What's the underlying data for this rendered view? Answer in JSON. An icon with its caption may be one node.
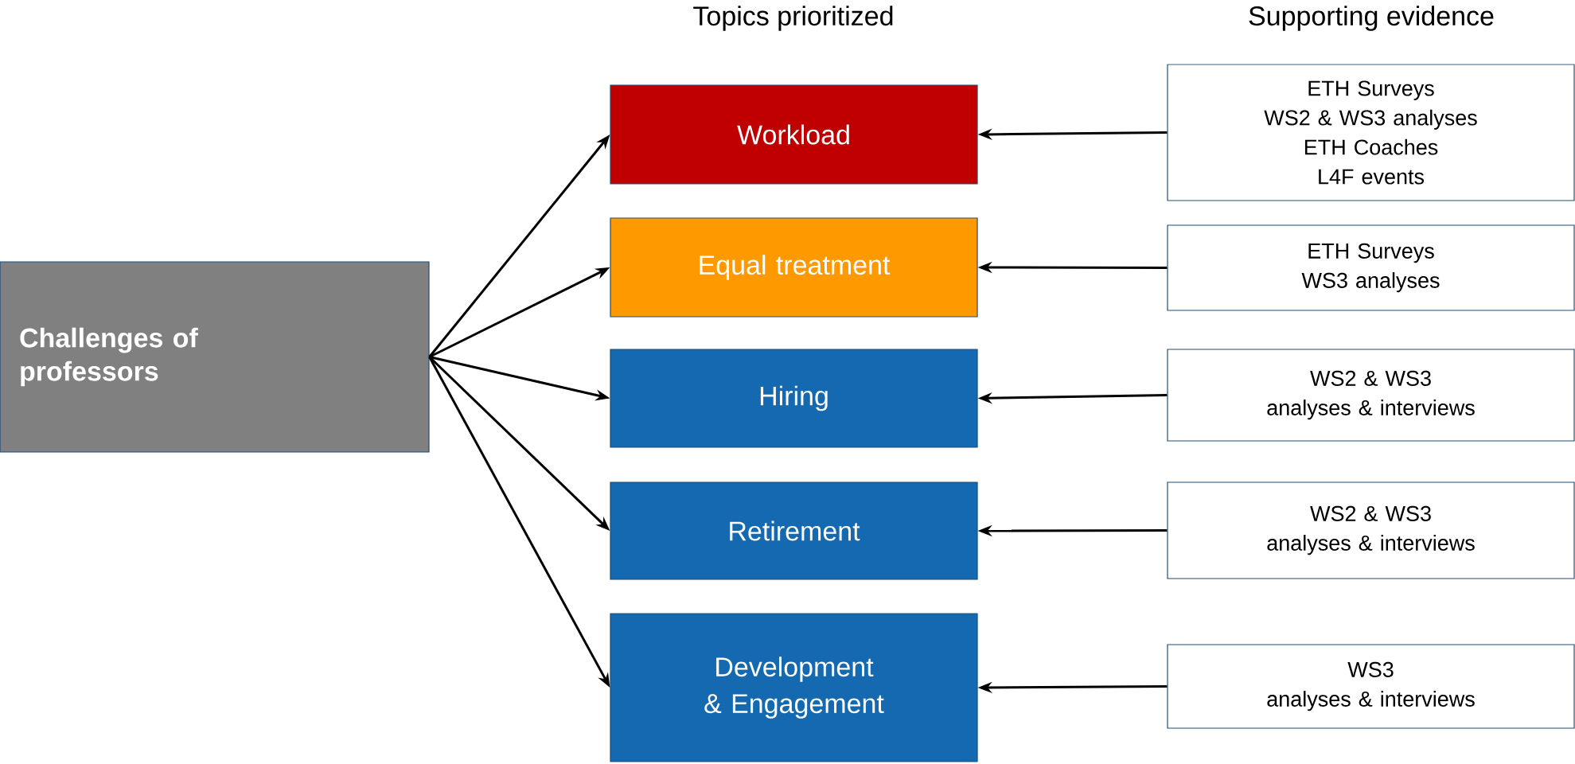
{
  "diagram": {
    "nodes": [
      {
        "text": [
          "Challenges of professors"
        ]
      },
      {
        "text": [
          "Workload"
        ]
      },
      {
        "text": [
          "Equal treatment"
        ]
      },
      {
        "text": [
          "Hiring"
        ]
      },
      {
        "text": [
          "Retirement"
        ]
      },
      {
        "text": [
          "Development & Engagement"
        ]
      },
      {
        "text": [
          "ETH Surveys",
          "WS2 & WS3 analyses",
          "ETH Coaches",
          "L4F events"
        ]
      },
      {
        "text": [
          "ETH Surveys",
          "WS3 analyses"
        ]
      },
      {
        "text": [
          "WS2 & WS3",
          "analyses & interviews"
        ]
      },
      {
        "text": [
          "WS2 & WS3",
          "analyses & interviews"
        ]
      },
      {
        "text": [
          "WS3",
          "analyses & interviews"
        ]
      }
    ],
    "edges": [
      {
        "from": 0,
        "to": 1,
        "arrow": "to"
      },
      {
        "from": 0,
        "to": 2,
        "arrow": "to"
      },
      {
        "from": 0,
        "to": 3,
        "arrow": "to"
      },
      {
        "from": 0,
        "to": 4,
        "arrow": "to"
      },
      {
        "from": 0,
        "to": 5,
        "arrow": "to"
      },
      {
        "from": 6,
        "to": 1,
        "arrow": "to"
      },
      {
        "from": 7,
        "to": 2,
        "arrow": "to"
      },
      {
        "from": 8,
        "to": 3,
        "arrow": "to"
      },
      {
        "from": 9,
        "to": 4,
        "arrow": "to"
      },
      {
        "from": 10,
        "to": 5,
        "arrow": "to"
      }
    ],
    "labels": [
      "Topics prioritized",
      "Supporting evidence"
    ]
  }
}
